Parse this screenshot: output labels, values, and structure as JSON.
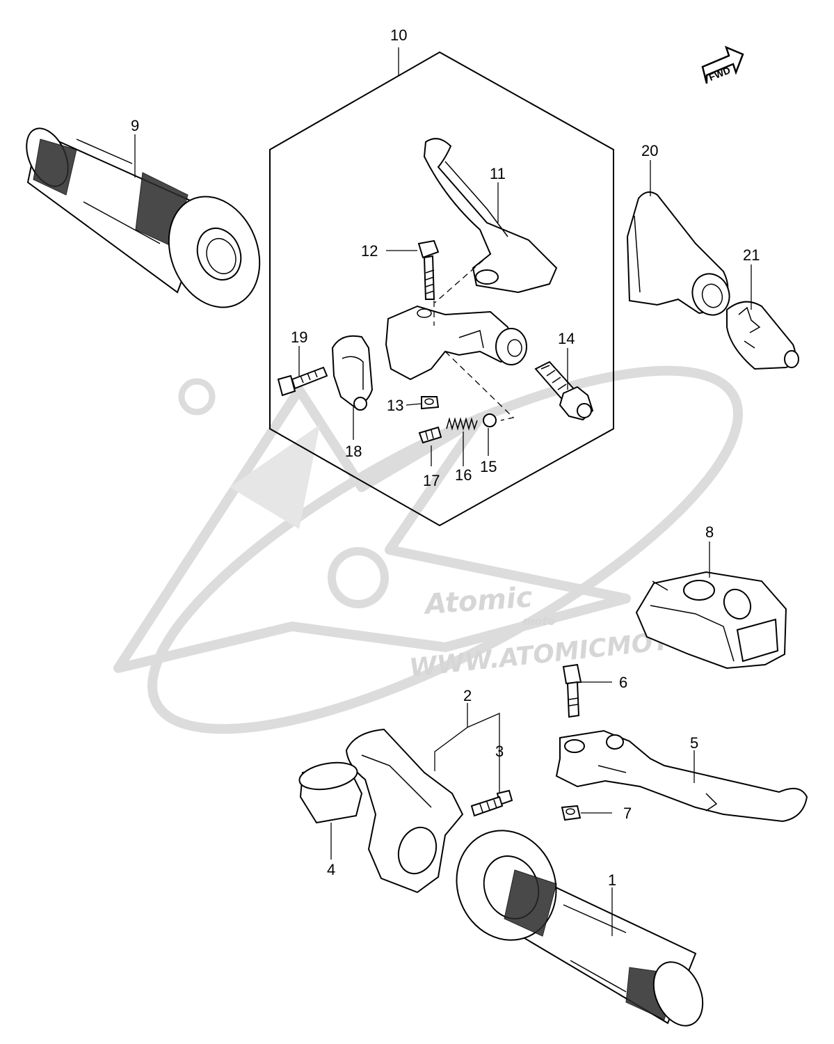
{
  "watermark": {
    "brand": "Atomic",
    "sub": "moto",
    "url": "WWW.ATOMICMOTO.FR"
  },
  "fwd_label": "FWD",
  "callouts": {
    "p1": "1",
    "p2": "2",
    "p3": "3",
    "p4": "4",
    "p5": "5",
    "p6": "6",
    "p7": "7",
    "p8": "8",
    "p9": "9",
    "p10": "10",
    "p11": "11",
    "p12": "12",
    "p13": "13",
    "p14": "14",
    "p15": "15",
    "p16": "16",
    "p17": "17",
    "p18": "18",
    "p19": "19",
    "p20": "20",
    "p21": "21"
  }
}
